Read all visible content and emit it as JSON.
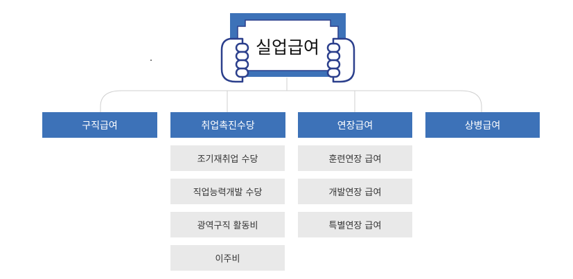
{
  "root": {
    "title": "실업급여"
  },
  "categories": [
    {
      "label": "구직급여",
      "items": []
    },
    {
      "label": "취업촉진수당",
      "items": [
        "조기재취업 수당",
        "직업능력개발 수당",
        "광역구직 활동비",
        "이주비"
      ]
    },
    {
      "label": "연장급여",
      "items": [
        "훈련연장 급여",
        "개발연장 급여",
        "특별연장 급여"
      ]
    },
    {
      "label": "상병급여",
      "items": []
    }
  ],
  "colors": {
    "category_bg": "#3d72b8",
    "sub_bg": "#e9e9e9",
    "connector": "#cfcfcf",
    "frame_blue": "#3d72b8",
    "hand_outline": "#2b3f8c"
  }
}
